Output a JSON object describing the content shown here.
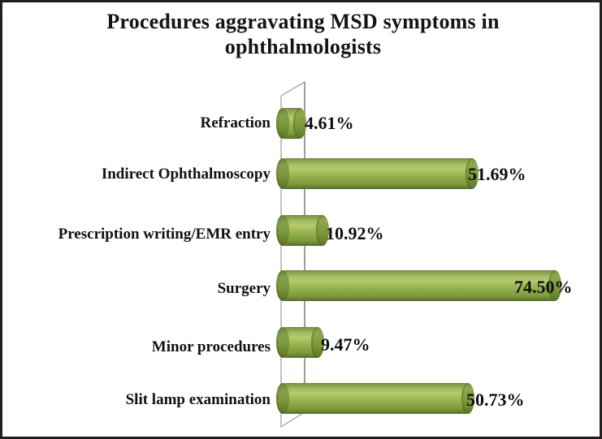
{
  "chart_data": {
    "type": "bar",
    "orientation": "horizontal",
    "title": "Procedures aggravating MSD symptoms in ophthalmologists",
    "title_line1": "Procedures aggravating MSD symptoms  in",
    "title_line2": "ophthalmologists",
    "xlabel": "",
    "ylabel": "",
    "xlim": [
      0,
      100
    ],
    "grid": false,
    "legend": "none",
    "style": "3d-cylinder",
    "bar_color": "#93ab51",
    "categories": [
      "Refraction",
      "Indirect Ophthalmoscopy",
      "Prescription writing/EMR entry",
      "Surgery",
      "Minor procedures",
      "Slit lamp examination"
    ],
    "values": [
      4.61,
      51.69,
      10.92,
      74.5,
      9.47,
      50.73
    ],
    "value_labels": [
      "4.61%",
      "51.69%",
      "10.92%",
      "74.50%",
      "9.47%",
      "50.73%"
    ],
    "points": [
      {
        "category": "Refraction",
        "value": 4.61,
        "label": "4.61%"
      },
      {
        "category": "Indirect Ophthalmoscopy",
        "value": 51.69,
        "label": "51.69%"
      },
      {
        "category": "Prescription writing/EMR entry",
        "value": 10.92,
        "label": "10.92%"
      },
      {
        "category": "Surgery",
        "value": 74.5,
        "label": "74.50%"
      },
      {
        "category": "Minor procedures",
        "value": 9.47,
        "label": "9.47%"
      },
      {
        "category": "Slit lamp examination",
        "value": 50.73,
        "label": "50.73%"
      }
    ]
  },
  "colors": {
    "border": "#231f20",
    "background": "#ffffff",
    "bar_light": "#b6c96e",
    "bar_mid": "#93ab51",
    "bar_dark": "#4f6a24",
    "axis_line": "#a6a6a6",
    "text": "#111111"
  }
}
